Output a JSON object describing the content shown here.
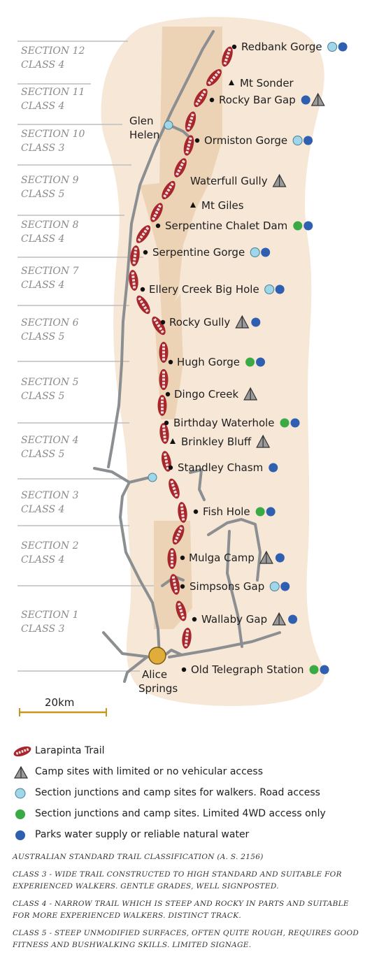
{
  "sections": [
    {
      "section": "SECTION 12",
      "class": "CLASS 4"
    },
    {
      "section": "SECTION 11",
      "class": "CLASS 4"
    },
    {
      "section": "SECTION 10",
      "class": "CLASS 3"
    },
    {
      "section": "SECTION 9",
      "class": "CLASS 5"
    },
    {
      "section": "SECTION 8",
      "class": "CLASS 4"
    },
    {
      "section": "SECTION 7",
      "class": "CLASS 4"
    },
    {
      "section": "SECTION 6",
      "class": "CLASS 5"
    },
    {
      "section": "SECTION 5",
      "class": "CLASS 5"
    },
    {
      "section": "SECTION 4",
      "class": "CLASS 5"
    },
    {
      "section": "SECTION 3",
      "class": "CLASS 4"
    },
    {
      "section": "SECTION 2",
      "class": "CLASS 4"
    },
    {
      "section": "SECTION 1",
      "class": "CLASS 3"
    }
  ],
  "places": [
    {
      "name": "Redbank Gorge",
      "marker": "dot",
      "icons": [
        "lightblue",
        "blue"
      ]
    },
    {
      "name": "Mt Sonder",
      "marker": "peak",
      "icons": []
    },
    {
      "name": "Rocky Bar Gap",
      "marker": "dot",
      "icons": [
        "blue",
        "camp"
      ]
    },
    {
      "name": "Glen",
      "marker": "none",
      "icons": []
    },
    {
      "name": "Helen",
      "marker": "none",
      "icons": []
    },
    {
      "name": "Ormiston Gorge",
      "marker": "dot",
      "icons": [
        "lightblue",
        "blue"
      ]
    },
    {
      "name": "Waterfull Gully",
      "marker": "none",
      "icons": [
        "camp"
      ]
    },
    {
      "name": "Mt Giles",
      "marker": "peak",
      "icons": []
    },
    {
      "name": "Serpentine Chalet Dam",
      "marker": "dot",
      "icons": [
        "green",
        "blue"
      ]
    },
    {
      "name": "Serpentine Gorge",
      "marker": "dot",
      "icons": [
        "lightblue",
        "blue"
      ]
    },
    {
      "name": "Ellery Creek Big Hole",
      "marker": "dot",
      "icons": [
        "lightblue",
        "blue"
      ]
    },
    {
      "name": "Rocky Gully",
      "marker": "dot",
      "icons": [
        "camp",
        "blue"
      ]
    },
    {
      "name": "Hugh Gorge",
      "marker": "dot",
      "icons": [
        "green",
        "blue"
      ]
    },
    {
      "name": "Dingo Creek",
      "marker": "dot",
      "icons": [
        "camp"
      ]
    },
    {
      "name": "Birthday Waterhole",
      "marker": "dot",
      "icons": [
        "green",
        "blue"
      ]
    },
    {
      "name": "Brinkley Bluff",
      "marker": "peak",
      "icons": [
        "camp"
      ]
    },
    {
      "name": "Standley Chasm",
      "marker": "dot",
      "icons": [
        "blue"
      ]
    },
    {
      "name": "Fish Hole",
      "marker": "dot",
      "icons": [
        "green",
        "blue"
      ]
    },
    {
      "name": "Mulga Camp",
      "marker": "dot",
      "icons": [
        "camp",
        "blue"
      ]
    },
    {
      "name": "Simpsons Gap",
      "marker": "dot",
      "icons": [
        "lightblue",
        "blue"
      ]
    },
    {
      "name": "Wallaby Gap",
      "marker": "dot",
      "icons": [
        "camp",
        "blue"
      ]
    },
    {
      "name": "Alice",
      "marker": "town",
      "icons": []
    },
    {
      "name": "Springs",
      "marker": "none",
      "icons": []
    },
    {
      "name": "Old Telegraph Station",
      "marker": "dot",
      "icons": [
        "green",
        "blue"
      ]
    }
  ],
  "scale_label": "20km",
  "legend": [
    {
      "icon": "trail",
      "text": "Larapinta Trail"
    },
    {
      "icon": "camp",
      "text": "Camp sites with limited or no vehicular access"
    },
    {
      "icon": "lightblue",
      "text": "Section junctions and camp sites for walkers. Road access"
    },
    {
      "icon": "green",
      "text": "Section junctions and camp sites. Limited 4WD access only"
    },
    {
      "icon": "blue",
      "text": "Parks water supply or reliable natural water"
    }
  ],
  "standard": [
    "Australian Standard Trail Classification (A. S. 2156)",
    "Class 3 - Wide trail constructed to high standard and suitable for experienced walkers. Gentle grades, well signposted.",
    "Class 4 - Narrow trail which is steep and rocky in parts and suitable for more experienced walkers. Distinct track.",
    "Class 5 - Steep unmodified surfaces, often quite rough, requires good fitness and bushwalking skills. Limited signage."
  ],
  "colors": {
    "region": "#f6e7d6",
    "range": "#ecd3b6",
    "trail": "#a7262b",
    "road": "#8c8f91",
    "lightblue": "#9fd6ea",
    "green": "#3aaa45",
    "blue": "#2f5fb0",
    "town": "#e0ad3a",
    "scale": "#c8961f"
  }
}
